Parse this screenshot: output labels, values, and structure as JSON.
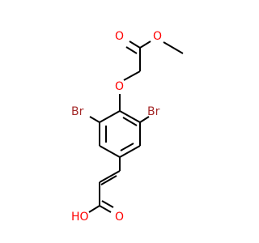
{
  "molecule": {
    "atoms": {
      "br_left": {
        "text": "Br",
        "color": "#a52a2a"
      },
      "br_right": {
        "text": "Br",
        "color": "#a52a2a"
      },
      "o_ether": {
        "text": "O",
        "color": "#ff0000"
      },
      "o_ester_carbonyl": {
        "text": "O",
        "color": "#ff0000"
      },
      "o_ester_single": {
        "text": "O",
        "color": "#ff0000"
      },
      "o_acid_hydroxyl": {
        "text": "HO",
        "color": "#ff0000"
      },
      "o_acid_carbonyl": {
        "text": "O",
        "color": "#ff0000"
      }
    },
    "bond_color": "#000000",
    "background": "#ffffff"
  }
}
